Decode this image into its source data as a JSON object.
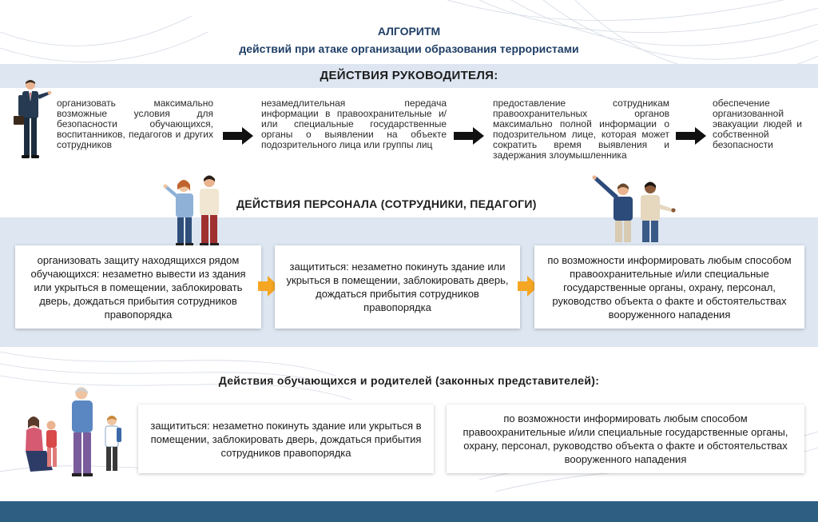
{
  "header": {
    "title": "АЛГОРИТМ",
    "subtitle": "действий при атаке организации образования террористами"
  },
  "manager_section": {
    "title": "ДЕЙСТВИЯ РУКОВОДИТЕЛЯ:",
    "steps": [
      "организовать максимально возможные условия для безопасности обучающихся, воспитанников, педагогов и других сотрудников",
      "незамедлительная передача информации в правоохранительные и/или специальные государственные органы о выявлении на объекте подозрительного лица или группы лиц",
      "предоставление сотрудникам правоохранительных органов максимально полной информации о подозрительном лице, которая может сократить время выявления и задержания злоумышленника",
      "обеспечение организованной эвакуации людей и собственной безопасности"
    ]
  },
  "staff_section": {
    "title": "ДЕЙСТВИЯ ПЕРСОНАЛА (СОТРУДНИКИ, ПЕДАГОГИ)",
    "cards": [
      "организовать защиту находящихся рядом обучающихся: незаметно вывести из здания или укрыться в помещении, заблокировать дверь, дождаться прибытия сотрудников правопорядка",
      "защититься: незаметно покинуть здание или укрыться в помещении, заблокировать дверь, дождаться прибытия сотрудников правопорядка",
      "по возможности информировать любым способом правоохранительные и/или специальные государственные органы, охрану, персонал, руководство объекта о факте и обстоятельствах вооруженного нападения"
    ]
  },
  "students_section": {
    "title": "Действия обучающихся и родителей (законных представителей):",
    "cards": [
      "защититься: незаметно покинуть здание или укрыться в помещении, заблокировать дверь, дождаться прибытия сотрудников правопорядка",
      "по возможности информировать любым способом правоохранительные и/или специальные государственные органы, охрану, персонал, руководство объекта о факте и обстоятельствах вооруженного нападения"
    ]
  },
  "icons": {
    "manager": "businessman-icon",
    "staff_pair": "staff-pair-icon",
    "staff_men": "staff-men-icon",
    "family": "family-icon",
    "flow_arrow": "arrow-right-icon"
  },
  "colors": {
    "band": "#dde6f1",
    "title_blue": "#1f3f66",
    "arrow_black": "#111111",
    "arrow_orange": "#f5a623",
    "footer": "#2e5f82"
  }
}
